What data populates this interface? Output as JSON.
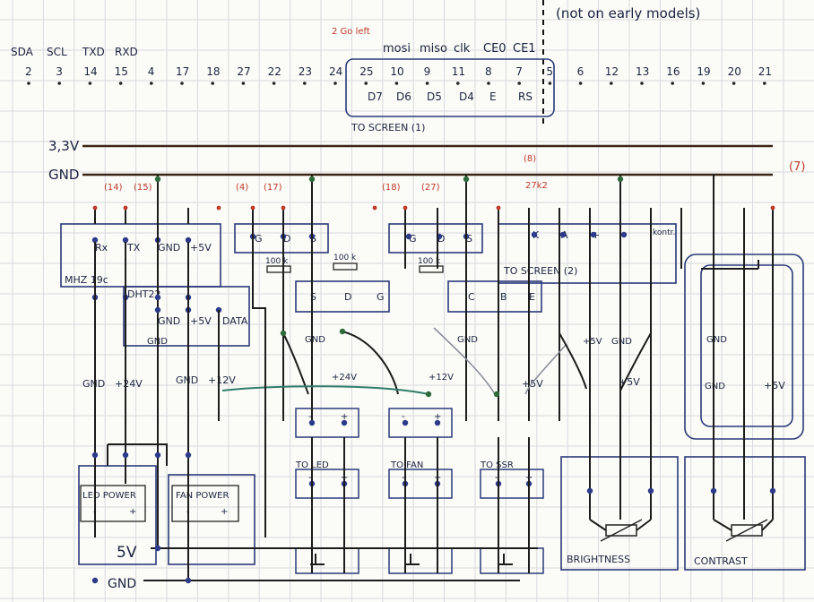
{
  "note_top": "(not on early models)",
  "note_go_left": "2 Go left",
  "spi_labels": [
    "mosi",
    "miso",
    "clk",
    "CE0",
    "CE1"
  ],
  "i2c_labels": [
    "SDA",
    "SCL",
    "TXD",
    "RXD"
  ],
  "pins": [
    "2",
    "3",
    "14",
    "15",
    "4",
    "17",
    "18",
    "27",
    "22",
    "23",
    "24",
    "25",
    "10",
    "9",
    "11",
    "8",
    "7",
    "5",
    "6",
    "12",
    "13",
    "16",
    "19",
    "20",
    "21"
  ],
  "screen1": {
    "pins": [
      "D7",
      "D6",
      "D5",
      "D4",
      "E",
      "RS"
    ],
    "label": "TO SCREEN (1)"
  },
  "rails": {
    "v33": "3,3V",
    "gnd": "GND"
  },
  "red_refs": [
    "(14)",
    "(15)",
    "(4)",
    "(17)",
    "(18)",
    "(27)",
    "(8)",
    "27k2",
    "(7)"
  ],
  "mhz": {
    "pins": [
      "Rx",
      "TX",
      "GND",
      "+5V"
    ],
    "label": "MHZ 19c"
  },
  "dht": {
    "label": "DHT22",
    "pins": [
      "GND",
      "+5V",
      "DATA"
    ],
    "gnd": "GND"
  },
  "trans1": {
    "pins": [
      "G",
      "D",
      "S"
    ],
    "res": "100 k"
  },
  "trans_mid": {
    "pins": [
      "S",
      "D",
      "G"
    ],
    "res": "100 k"
  },
  "trans2": {
    "pins": [
      "G",
      "D",
      "S"
    ],
    "res": "100 k"
  },
  "trans3": {
    "pins": [
      "C",
      "B",
      "E"
    ]
  },
  "screen2": {
    "pins": [
      "K",
      "A",
      "+",
      "-",
      "kontr."
    ],
    "label": "TO SCREEN (2)"
  },
  "gnd_labels": [
    "GND",
    "GND",
    "GND",
    "GND",
    "GND"
  ],
  "pwr_in": [
    "GND",
    "+24V",
    "GND",
    "+12V"
  ],
  "v24": "+24V",
  "v12": "+12V",
  "v5": [
    "+5V",
    "+5V",
    "+5V",
    "+5V"
  ],
  "pm": [
    "-",
    "+"
  ],
  "outputs": [
    "TO LED",
    "TO FAN",
    "TO SSR"
  ],
  "led_power": "LED POWER",
  "fan_power": "FAN POWER",
  "five_v": "5V",
  "gnd_bottom": "GND",
  "brightness": "BRIGHTNESS",
  "contrast": "CONTRAST"
}
